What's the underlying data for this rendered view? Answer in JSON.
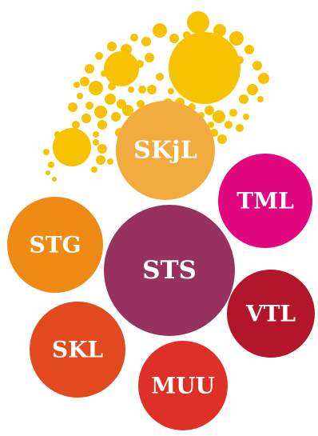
{
  "colors": {
    "dots": "#f7c200",
    "skjl": "#f2ab3f",
    "tml": "#e0077f",
    "stg": "#ef8a14",
    "sts": "#97325f",
    "vtl": "#b3152a",
    "skl": "#e2491f",
    "muu": "#de3027"
  },
  "circles": [
    {
      "id": "skjl",
      "label": "SKjL"
    },
    {
      "id": "tml",
      "label": "TML"
    },
    {
      "id": "stg",
      "label": "STG"
    },
    {
      "id": "sts",
      "label": "STS"
    },
    {
      "id": "vtl",
      "label": "VTL"
    },
    {
      "id": "skl",
      "label": "SKL"
    },
    {
      "id": "muu",
      "label": "MUU"
    }
  ]
}
